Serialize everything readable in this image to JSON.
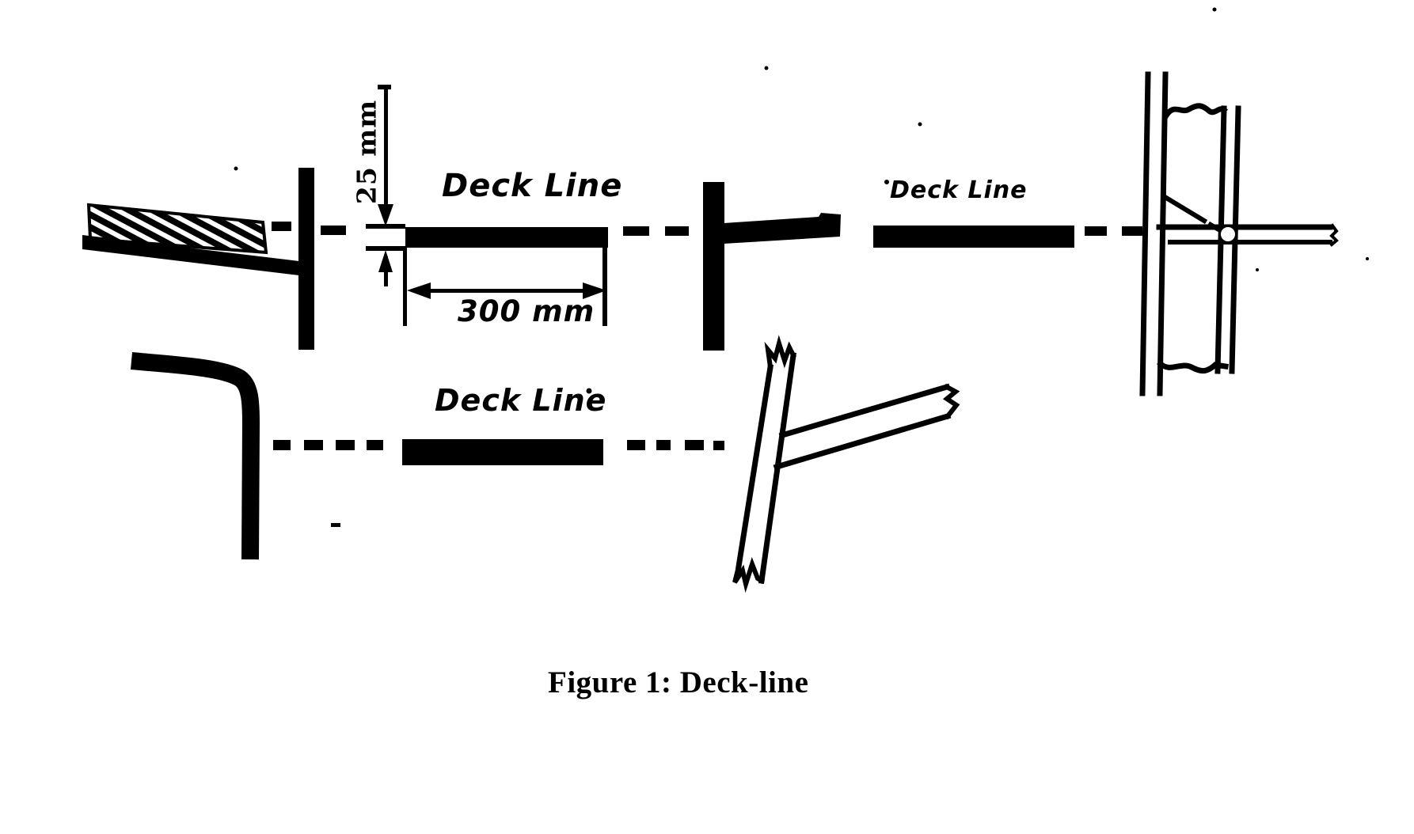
{
  "page": {
    "background_color": "#ffffff",
    "ink_color": "#000000"
  },
  "figure": {
    "caption": "Figure 1: Deck-line",
    "labels": {
      "deck_line_top": "Deck Line",
      "deck_line_right": "Deck Line",
      "deck_line_bottom": "Deck Line",
      "dimension_width": "300 mm",
      "dimension_thickness": "25 mm"
    }
  }
}
